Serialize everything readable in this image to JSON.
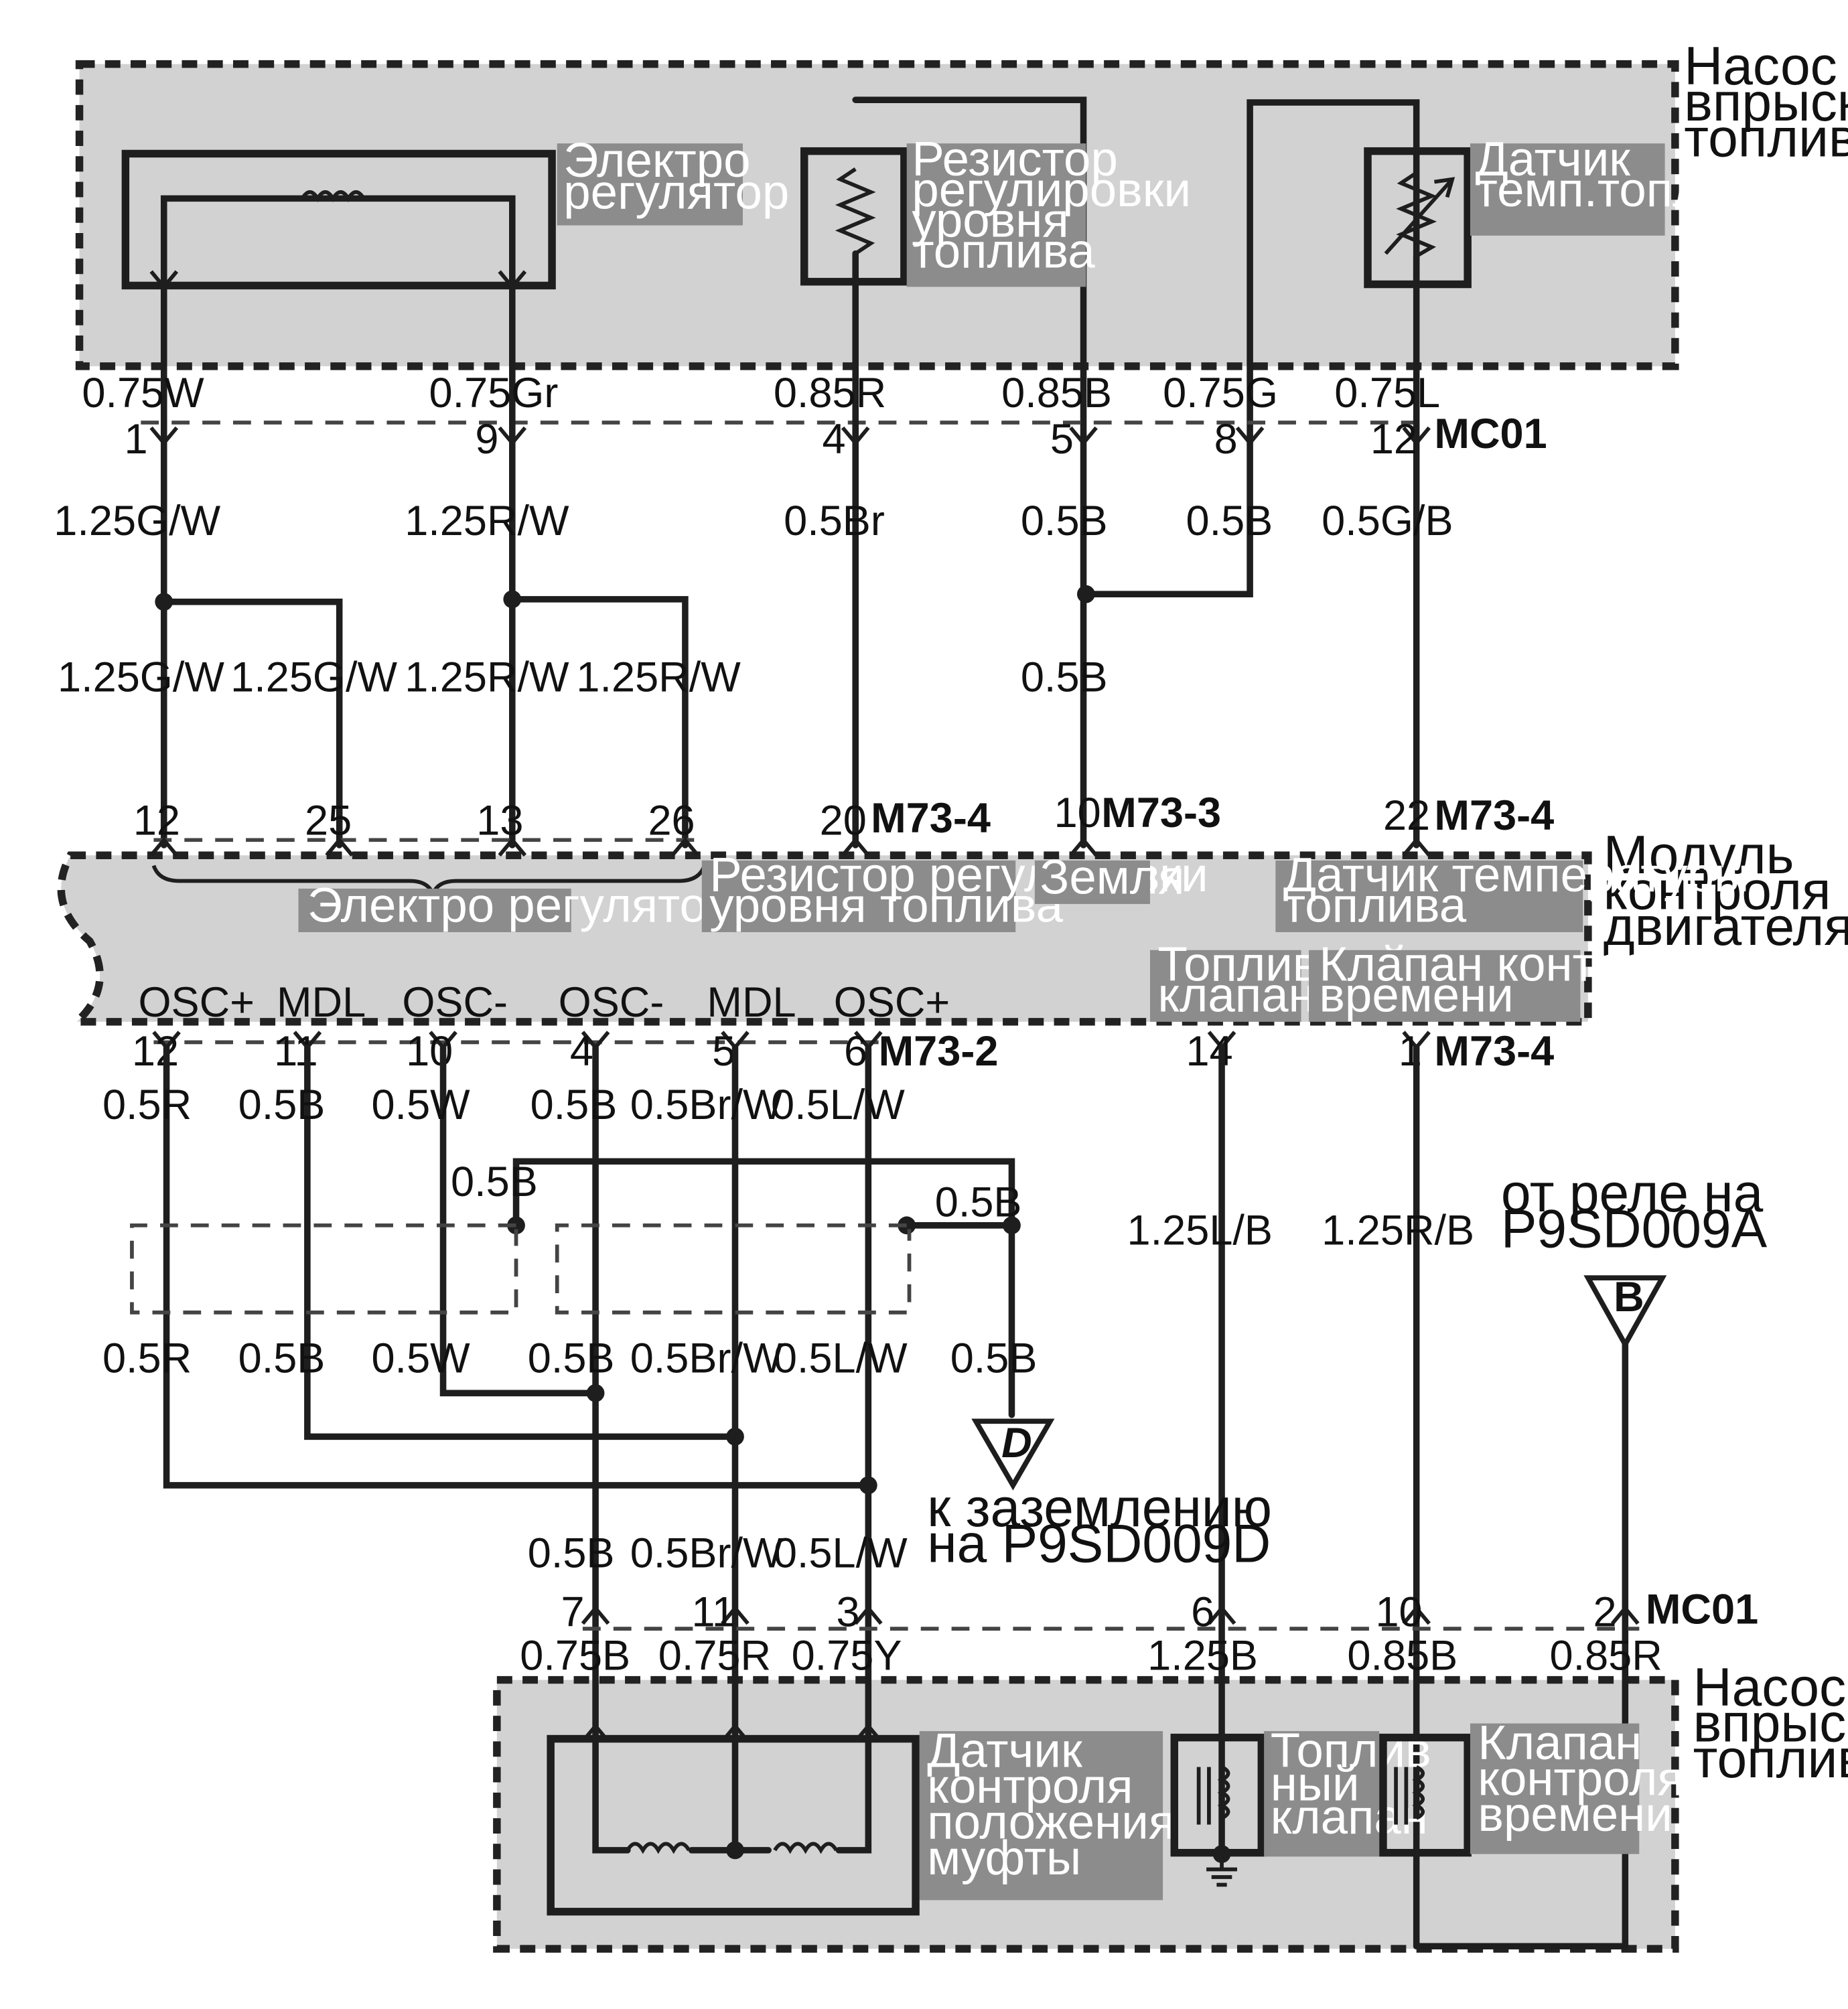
{
  "blocks": {
    "pump_top": [
      "Насос",
      "впрыска",
      "топлива"
    ],
    "ecm": [
      "Модуль",
      "контроля",
      "двигателя"
    ],
    "pump_bottom": [
      "Насос",
      "впрыска",
      "топлива"
    ]
  },
  "components": {
    "electro_regulator": [
      "Электро",
      "регулятор"
    ],
    "fuel_level_resistor": [
      "Резистор",
      "регулировки",
      "уровня",
      "топлива"
    ],
    "fuel_temp_sensor": [
      "Датчик",
      "темп.топлива"
    ],
    "clutch_position_sensor": [
      "Датчик",
      "контроля",
      "положения",
      "муфты"
    ],
    "fuel_valve": [
      "Топлив",
      "ный",
      "клапан"
    ],
    "timing_valve": [
      "Клапан",
      "контроля",
      "времени"
    ]
  },
  "ecm_labels": {
    "electro_regulator": "Электро регулятор",
    "fuel_level_resistor": [
      "Резистор регулировки",
      "уровня топлива"
    ],
    "ground": "Земля",
    "fuel_temp_sensor": [
      "Датчик температуры",
      "топлива"
    ],
    "fuel_valve": [
      "Топливный",
      "клапан"
    ],
    "timing_valve": [
      "Клапан контроля",
      "времени"
    ],
    "pins": [
      "OSC+",
      "MDL",
      "OSC-",
      "OSC-",
      "MDL",
      "OSC+"
    ]
  },
  "connectors": {
    "mc01": "MC01",
    "m73_4": "M73-4",
    "m73_3": "M73-3",
    "m73_2": "M73-2"
  },
  "pins": {
    "top_mc01": [
      "1",
      "9",
      "4",
      "5",
      "8",
      "12"
    ],
    "ecm_top": [
      "12",
      "25",
      "13",
      "26",
      "20",
      "10",
      "22"
    ],
    "ecm_bottom": [
      "12",
      "11",
      "10",
      "4",
      "5",
      "6",
      "14",
      "1"
    ],
    "bottom_mc01": [
      "7",
      "11",
      "3",
      "6",
      "10",
      "2"
    ]
  },
  "wires": {
    "top_pump": [
      "0.75W",
      "0.75Gr",
      "0.85R",
      "0.85B",
      "0.75G",
      "0.75L"
    ],
    "top_upper": [
      "1.25G/W",
      "1.25R/W",
      "0.5Br",
      "0.5B",
      "0.5B",
      "0.5G/B"
    ],
    "top_lower": [
      "1.25G/W",
      "1.25G/W",
      "1.25R/W",
      "1.25R/W",
      "0.5B"
    ],
    "ecm_bottom": [
      "0.5R",
      "0.5B",
      "0.5W",
      "0.5B",
      "0.5Br/W",
      "0.5L/W"
    ],
    "mid": [
      "0.5B",
      "0.5B",
      "1.25L/B",
      "1.25R/B"
    ],
    "lower": [
      "0.5R",
      "0.5B",
      "0.5W",
      "0.5B",
      "0.5Br/W",
      "0.5L/W",
      "0.5B"
    ],
    "near_mc01": [
      "0.5B",
      "0.5Br/W",
      "0.5L/W"
    ],
    "bottom_pump": [
      "0.75B",
      "0.75R",
      "0.75Y",
      "1.25B",
      "0.85B",
      "0.85R"
    ]
  },
  "references": {
    "relay": [
      "от реле на",
      "P9SD009A"
    ],
    "relay_symbol": "B",
    "ground": [
      "к заземлению",
      "на P9SD009D"
    ],
    "ground_symbol": "D"
  }
}
